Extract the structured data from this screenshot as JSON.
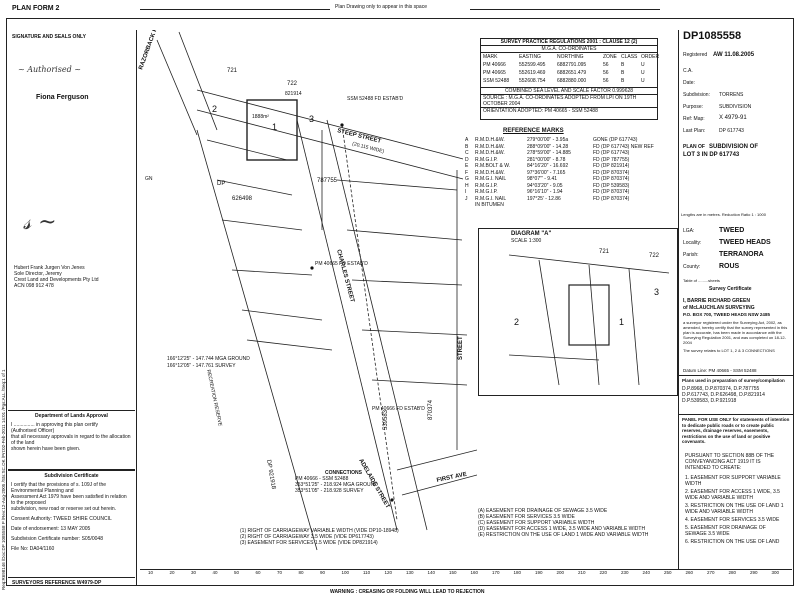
{
  "header": {
    "form_title": "PLAN FORM 2",
    "banner": "Plan Drawing only to appear in this space",
    "plan_number": "DP1085558",
    "registered": "Registered",
    "reg_date": "AW 11.08.2005"
  },
  "left_column": {
    "signature_title": "SIGNATURE AND SEALS ONLY",
    "sig_name": "Fiona Ferguson",
    "sig_lines": [
      "Hubert Frank Jurgen Von Jenes",
      "Sole Director, Jeremy",
      "Crest Land and Developments Pty Ltd",
      "ACN 098 912 478"
    ],
    "lands_title": "Department of Lands Approval",
    "lands_lines": [
      "I ............... in approving this plan certify",
      "(Authorised Officer)",
      "that all necessary approvals in regard to the allocation of the land",
      "shown herein have been given."
    ],
    "sub_title": "Subdivision Certificate",
    "sub_lines": [
      "I certify that the provisions of s. 109J of the Environmental Planning and",
      "Assessment Act 1979 have been satisfied in relation to the proposed",
      "subdivision, new road or reserve set out herein.",
      "Consent Authority: TWEED SHIRE COUNCIL",
      "Date of endorsement: 13 MAY 2005",
      "Subdivision Certificate number: S05/0048",
      "File No: DA04/1160"
    ],
    "surveyors_ref": "SURVEYORS REFERENCE  W4979-DP",
    "margin_text": "Req:R698146 /Doc:DP 1085558 P /Rev:12-Aug-2005 /Sts:SC.OK /Prt:02-Feb-2011 14:01 /Pgs:ALL /Seq:1 of 1"
  },
  "survey_table": {
    "title": "SURVEY PRACTICE REGULATIONS 2001 : CLAUSE 12 (2)",
    "subtitle": "M.G.A. CO-ORDINATES",
    "headers": [
      "MARK",
      "EASTING",
      "NORTHING",
      "ZONE",
      "CLASS",
      "ORDER"
    ],
    "rows": [
      [
        "PM 40666",
        "552599.495",
        "6882791.095",
        "56",
        "B",
        "U"
      ],
      [
        "PM 40665",
        "552619.469",
        "6882651.479",
        "56",
        "B",
        "U"
      ],
      [
        "SSM 52488",
        "552608.754",
        "6882880.000",
        "56",
        "B",
        "U"
      ]
    ],
    "combined": "COMBINED SEA LEVEL AND SCALE FACTOR  0.999628",
    "source": "SOURCE : M.G.A. CO-ORDINATES ADOPTED FROM LPI ON 19TH OCTOBER 2004",
    "orientation": "ORIENTATION ADOPTED: PM 40665 - SSM 52488"
  },
  "reference_marks": {
    "title": "REFERENCE MARKS",
    "rows": [
      [
        "A",
        "R.M.D.H.&W.",
        "279°00'00\" - 3.95a",
        "GONE (DP 617743)"
      ],
      [
        "B",
        "R.M.D.H.&W.",
        "288°09'00\" - 14.28",
        "FD (DP 617743) NEW REF"
      ],
      [
        "C",
        "R.M.D.H.&W.",
        "278°59'00\" - 14.885",
        "FD (DP 617743)"
      ],
      [
        "D",
        "R.M.G.I.P.",
        "281°00'00\" - 8.78",
        "FD (DP 787755)"
      ],
      [
        "E",
        "R.M.BOLT & W.",
        "84°16'20\" - 16.692",
        "FD (DP 821914)"
      ],
      [
        "F",
        "R.M.D.H.&W.",
        "97°36'00\" - 7.165",
        "FD (DP 870374)"
      ],
      [
        "G",
        "R.M.G.I. NAIL",
        "98°07'\" - 9.41",
        "FD (DP 870374)"
      ],
      [
        "H",
        "R.M.G.I.P.",
        "94°03'20\" - 9.05",
        "FD (DP 539583)"
      ],
      [
        "I",
        "R.M.G.I.P.",
        "96°16'10\" - 1.94",
        "FD (DP 870374)"
      ],
      [
        "J",
        "R.M.G.I. NAIL",
        "197°25' - 12.86",
        "FD (DP 870374)"
      ],
      [
        "",
        "IN BITUMEN",
        "",
        ""
      ]
    ]
  },
  "right_panel": {
    "labels": [
      "C.A.",
      "Date:",
      "Subdivision:",
      "Purpose:",
      "Ref: Map:",
      "Last Plan:"
    ],
    "subdivision_value": "TORRENS",
    "purpose_value": "SUBDIVISION",
    "refmap_value": "X 4979-91",
    "lastplan_value": "DP 617743",
    "plan_of_label": "PLAN OF",
    "plan_of_lines": [
      "SUBDIVISION OF",
      "LOT 3 IN DP 617743"
    ],
    "lengths": "Lengths are in metres.   Reduction Ratio 1 : 1000",
    "lga_label": "LGA:",
    "lga_value": "TWEED",
    "locality_label": "Locality:",
    "locality_value": "TWEED HEADS",
    "parish_label": "Parish:",
    "parish_value": "TERRANORA",
    "county_label": "County:",
    "county_value": "ROUS",
    "sheet_line": "Table of .........sheets",
    "cert_title": "Survey Certificate",
    "cert_name": "I, BARRIE RICHARD GREEN",
    "cert_firm": "of McLAUCHLAN SURVEYING",
    "cert_addr": "P.O. BOX 700, TWEED HEADS NSW 2485",
    "cert_text": "a surveyor registered under the Surveying Act, 2002, as amended, hereby certify that the survey represented in this plan is accurate, has been made in accordance with the Surveying Regulation 2001, and was completed on 18-12-2004",
    "cert_extent": "The survey relates to LOT 1, 2 & 3 CONNECTIONS",
    "datum_line": "Datum Line: PM 40665 - SSM 52488",
    "plans_used_title": "Plans used in preparation of survey/compilation",
    "plans_used": [
      "D.P.8968, D.P.870374, D.P.787755",
      "D.P.617743, D.P.626498, D.P.821914",
      "D.P.539583, D.P.921918"
    ],
    "panel_title": "PANEL FOR USE ONLY for statements of intention to dedicate public roads or to create public reserves, drainage reserves, easements, restrictions on the use of land or positive covenants.",
    "pursuant": "PURSUANT TO SECTION 88B OF THE CONVEYANCING ACT 1919 IT IS INTENDED TO CREATE:",
    "intents": [
      "1. EASEMENT FOR SUPPORT VARIABLE WIDTH",
      "2. EASEMENT FOR ACCESS 1 WIDE, 3.5 WIDE AND VARIABLE WIDTH",
      "3. RESTRICTION ON THE USE OF LAND 1 WIDE AND VARIABLE WIDTH",
      "4. EASEMENT FOR SERVICES 3.5 WIDE",
      "5. EASEMENT FOR DRAINAGE OF SEWAGE 3.5 WIDE",
      "6. RESTRICTION ON THE USE OF LAND"
    ]
  },
  "plan": {
    "roads": [
      "RAZORBACK ROAD",
      "STEEP STREET",
      "CHARLES STREET",
      "FIRST AVE",
      "ADELAIDE STREET",
      "STREET",
      "RECREATION RESERVE"
    ],
    "road_width": "(20.115 WIDE)",
    "lot_labels": [
      "721",
      "722",
      "821914",
      "2",
      "1",
      "3",
      "787755",
      "626498",
      "539583",
      "870374",
      "DP 921918",
      "DP"
    ],
    "lot1_area": "1888m²",
    "connections_title": "CONNECTIONS",
    "connections": [
      "PM 40666 - SSM 52488",
      "353°51'25\" - 218.924 MGA GROUND",
      "353°51'05\" - 218.928 SURVEY"
    ],
    "bearings": [
      "166°12'25\" - 147.744 MGA GROUND",
      "166°12'05\" - 147.761 SURVEY"
    ],
    "pm_labels": [
      "PM 40666 FD ESTAB'D",
      "PM 40665 FD ESTAB'D",
      "SSM 52488 FD ESTAB'D"
    ],
    "legend": [
      "(1)  RIGHT OF CARRIAGEWAY VARIABLE WIDTH (VIDE DP10-18948)",
      "(2)  RIGHT OF CARRIAGEWAY 3.5 WIDE (VIDE DP617743)",
      "(3)  EASEMENT FOR SERVICES 1.5 WIDE (VIDE DP821914)"
    ],
    "legend2": [
      "(A)  EASEMENT FOR DRAINAGE OF SEWAGE 3.5 WIDE",
      "(B)  EASEMENT FOR SERVICES 3.5 WIDE",
      "(C)  EASEMENT FOR SUPPORT VARIABLE WIDTH",
      "(D)  EASEMENT FOR ACCESS 1 WIDE, 3.5 WIDE AND VARIABLE WIDTH",
      "(E)  RESTRICTION ON THE USE OF LAND 1 WIDE AND VARIABLE WIDTH"
    ],
    "diagram_title": "DIAGRAM \"A\"",
    "diagram_scale": "SCALE 1:300",
    "north": "GN"
  },
  "footer": {
    "warning": "WARNING : CREASING OR FOLDING WILL LEAD TO REJECTION",
    "ruler_ticks": [
      "10",
      "20",
      "30",
      "40",
      "50",
      "60",
      "70",
      "80",
      "90",
      "100",
      "110",
      "120",
      "130",
      "140",
      "150",
      "160",
      "170",
      "180",
      "190",
      "200",
      "210",
      "220",
      "230",
      "240",
      "250",
      "260",
      "270",
      "280",
      "290",
      "300"
    ]
  }
}
